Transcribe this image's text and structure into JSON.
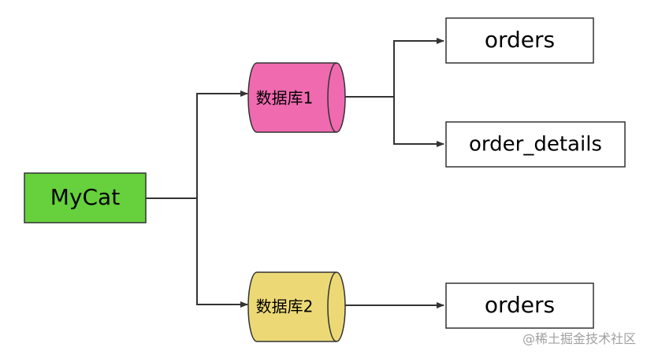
{
  "nodes": {
    "mycat": {
      "label": "MyCat",
      "fill": "#66d13c"
    },
    "db1": {
      "label": "数据库1",
      "fill": "#f06ab0"
    },
    "db2": {
      "label": "数据库2",
      "fill": "#ecd976"
    },
    "db1_table1": {
      "label": "orders"
    },
    "db1_table2": {
      "label": "order_details"
    },
    "db2_table1": {
      "label": "orders"
    }
  },
  "watermark": "@稀土掘金技术社区",
  "colors": {
    "line": "#333333",
    "border": "#333333",
    "background": "#ffffff"
  }
}
